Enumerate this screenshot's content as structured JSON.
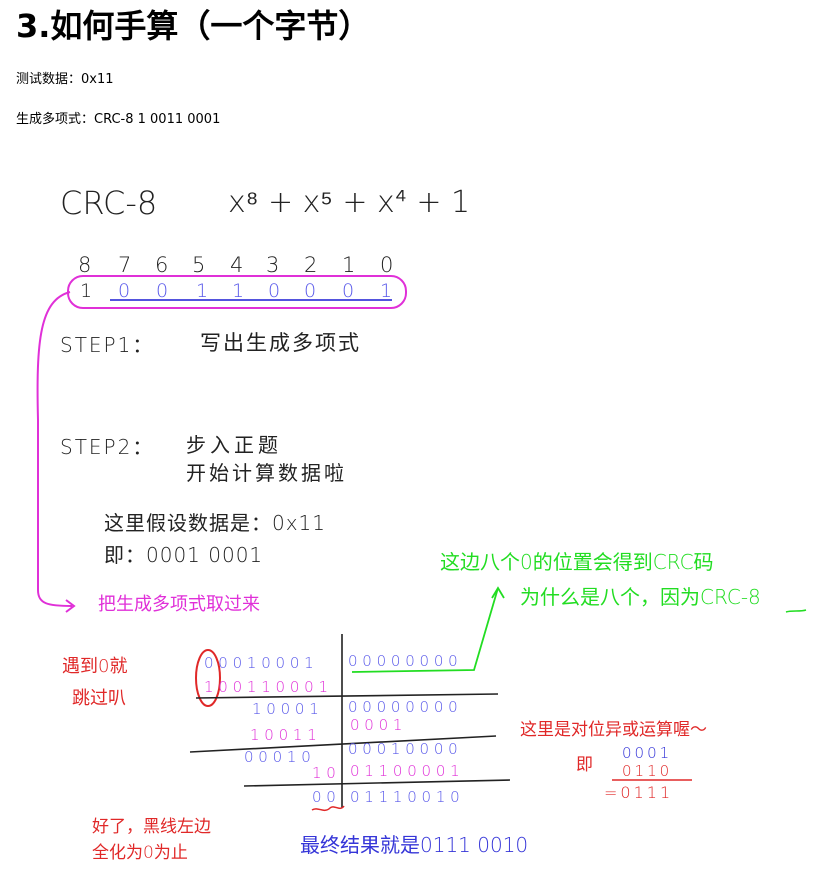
{
  "heading": "3.如何手算（一个字节）",
  "test_data": "测试数据：0x11",
  "generator": "生成多项式：CRC-8 1 0011 0001",
  "figure": {
    "crc_label": "CRC-8",
    "polynomial": "x⁸ + x⁵ + x⁴ + 1",
    "bit_positions": [
      "8",
      "7",
      "6",
      "5",
      "4",
      "3",
      "2",
      "1",
      "0"
    ],
    "bit_values": [
      "1",
      "0",
      "0",
      "1",
      "1",
      "0",
      "0",
      "0",
      "1"
    ],
    "step1": "STEP1：",
    "step1_text": "写出生成多项式",
    "step2": "STEP2：",
    "step2_text_a": "步入正题",
    "step2_text_b": "开始计算数据啦",
    "assume": "这里假设数据是：0x11",
    "ie_line": "即：0001  0001",
    "take_poly": "把生成多项式取过来",
    "green_note_a": "这边八个0的位置会得到CRC码",
    "green_note_b": "为什么是八个，因为CRC-8",
    "red_note_a": "遇到0就",
    "red_note_b": "跳过叭",
    "xor_note": "这里是对位异或运算喔～",
    "xor_ie": "即",
    "xor_a": "0001",
    "xor_b": "0110",
    "xor_r": "=0111",
    "red_note_c": "好了，黑线左边",
    "red_note_d": "全化为0为止",
    "result": "最终结果就是0111  0010",
    "rows": [
      {
        "left": "0 0 0 1 0 0 0 1",
        "right": "0 0 0 0   0 0 0 0"
      },
      {
        "left": "1 0 0 1 1 0 0 0 1",
        "right": ""
      },
      {
        "left": "1 0 0 0 1",
        "right": "0 0 0 0   0 0 0 0"
      },
      {
        "left": "1 0 0 1 1",
        "right": "0 0 0 1"
      },
      {
        "left": "0 0 0 1 0",
        "right": "0 0 0 1   0 0 0 0"
      },
      {
        "left": "1 0",
        "right": "0 1 1 0   0 0 0 1"
      },
      {
        "left": "0 0",
        "right": "0 1 1 1   0 0 1 0"
      }
    ]
  }
}
